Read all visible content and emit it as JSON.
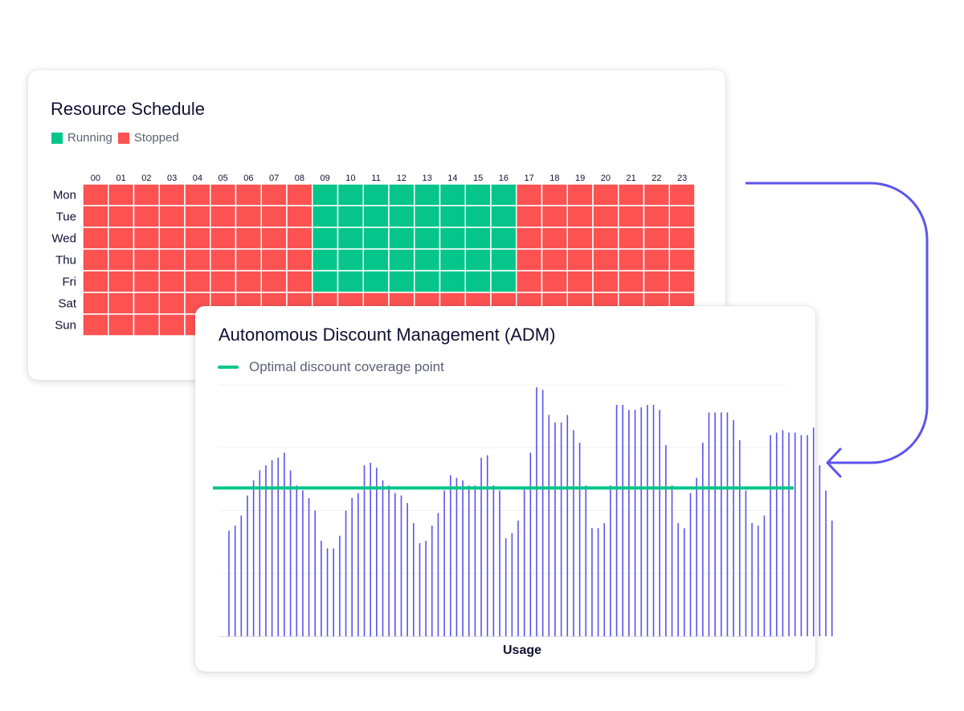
{
  "colors": {
    "running": "#06c58b",
    "stopped": "#fc5252",
    "usage": "#5b54ea",
    "coverage_line": "#06c58b",
    "arrow": "#5b54ea",
    "text": "#0f1033"
  },
  "schedule": {
    "title": "Resource Schedule",
    "legend": [
      {
        "label": "Running",
        "color": "#06c58b"
      },
      {
        "label": "Stopped",
        "color": "#fc5252"
      }
    ]
  },
  "adm": {
    "title": "Autonomous Discount Management (ADM)",
    "legend_label": "Optimal discount coverage point"
  },
  "chart_data": [
    {
      "type": "heatmap",
      "title": "Resource Schedule",
      "x": [
        "00",
        "01",
        "02",
        "03",
        "04",
        "05",
        "06",
        "07",
        "08",
        "09",
        "10",
        "11",
        "12",
        "13",
        "14",
        "15",
        "16",
        "17",
        "18",
        "19",
        "20",
        "21",
        "22",
        "23"
      ],
      "y": [
        "Mon",
        "Tue",
        "Wed",
        "Thu",
        "Fri",
        "Sat",
        "Sun"
      ],
      "legend": [
        "Running",
        "Stopped"
      ],
      "running_hours": {
        "Mon": [
          9,
          10,
          11,
          12,
          13,
          14,
          15,
          16
        ],
        "Tue": [
          9,
          10,
          11,
          12,
          13,
          14,
          15,
          16
        ],
        "Wed": [
          9,
          10,
          11,
          12,
          13,
          14,
          15,
          16
        ],
        "Thu": [
          9,
          10,
          11,
          12,
          13,
          14,
          15,
          16
        ],
        "Fri": [
          9,
          10,
          11,
          12,
          13,
          14,
          15,
          16
        ],
        "Sat": [],
        "Sun": []
      }
    },
    {
      "type": "bar",
      "title": "Autonomous Discount Management (ADM)",
      "xlabel": "Usage",
      "ylabel": "",
      "series": [
        {
          "name": "Usage",
          "values": [
            0.42,
            0.44,
            0.48,
            0.56,
            0.62,
            0.66,
            0.68,
            0.7,
            0.71,
            0.73,
            0.66,
            0.6,
            0.58,
            0.55,
            0.5,
            0.38,
            0.35,
            0.35,
            0.4,
            0.5,
            0.55,
            0.57,
            0.68,
            0.69,
            0.67,
            0.62,
            0.6,
            0.57,
            0.56,
            0.53,
            0.45,
            0.37,
            0.38,
            0.44,
            0.49,
            0.58,
            0.64,
            0.63,
            0.62,
            0.6,
            0.6,
            0.71,
            0.72,
            0.6,
            0.58,
            0.39,
            0.41,
            0.46,
            0.59,
            0.73,
            0.99,
            0.98,
            0.88,
            0.85,
            0.85,
            0.88,
            0.82,
            0.77,
            0.6,
            0.43,
            0.43,
            0.45,
            0.6,
            0.92,
            0.92,
            0.9,
            0.9,
            0.91,
            0.92,
            0.92,
            0.9,
            0.76,
            0.6,
            0.45,
            0.43,
            0.57,
            0.63,
            0.77,
            0.89,
            0.89,
            0.89,
            0.89,
            0.86,
            0.78,
            0.58,
            0.45,
            0.44,
            0.48,
            0.8,
            0.81,
            0.82,
            0.81,
            0.81,
            0.8,
            0.8,
            0.83,
            0.68,
            0.58,
            0.46
          ]
        }
      ],
      "reference_line": {
        "label": "Optimal discount coverage point",
        "value": 0.59
      },
      "ylim": [
        0,
        1
      ]
    }
  ]
}
